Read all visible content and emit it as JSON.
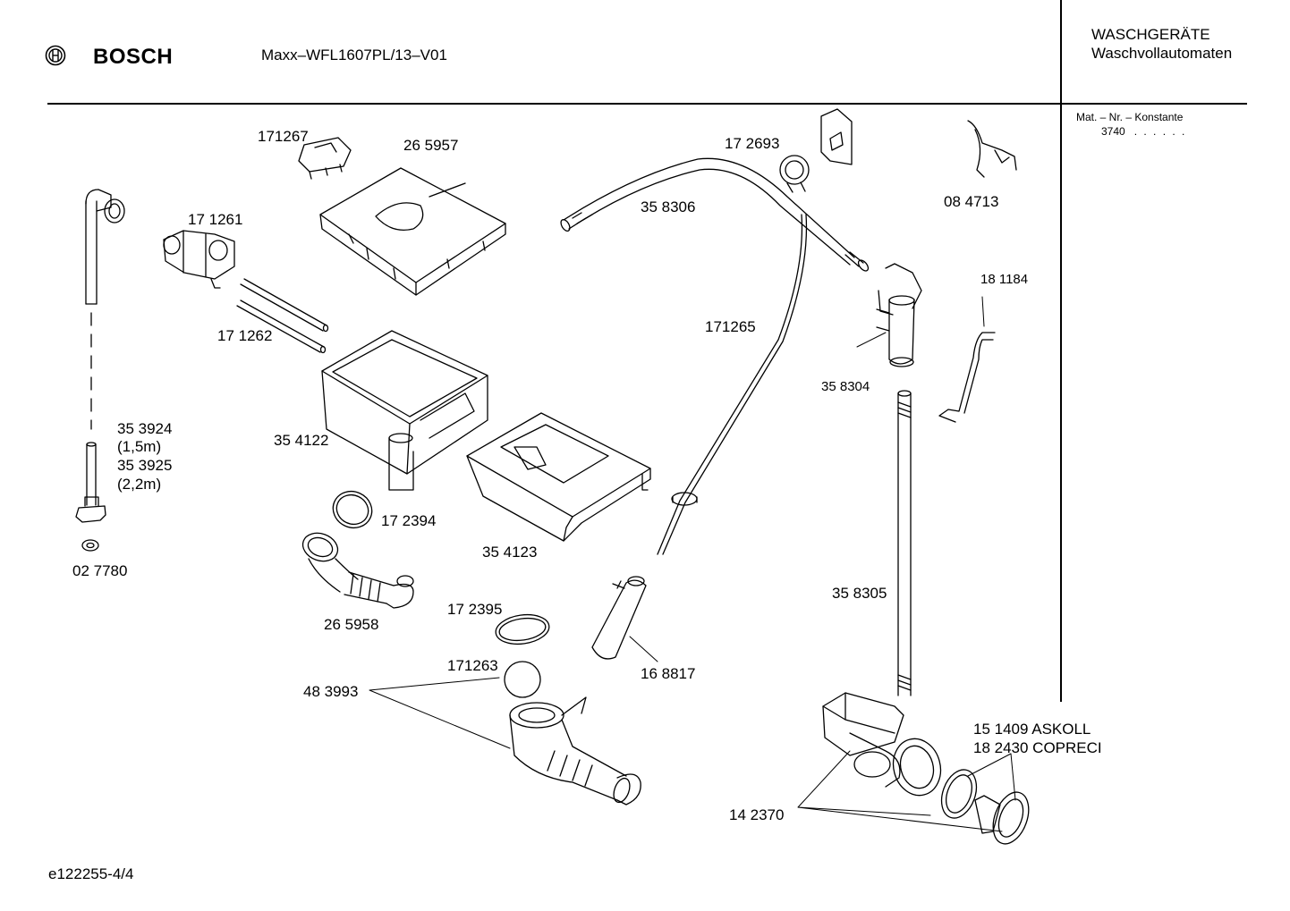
{
  "header": {
    "brand": "BOSCH",
    "model": "Maxx–WFL1607PL/13–V01",
    "category_line1": "WASCHGERÄTE",
    "category_line2": "Waschvollautomaten",
    "mat_label": "Mat. – Nr. – Konstante",
    "mat_value": "3740",
    "mat_dots": ". . . . . ."
  },
  "footer": {
    "doc_id": "e122255-4/4"
  },
  "parts": [
    {
      "id": "p171267",
      "label": "171267"
    },
    {
      "id": "p265957",
      "label": "26 5957"
    },
    {
      "id": "p171261",
      "label": "17 1261"
    },
    {
      "id": "p171262",
      "label": "17 1262"
    },
    {
      "id": "p354122",
      "label": "35 4122"
    },
    {
      "id": "p353924",
      "label": "35 3924"
    },
    {
      "id": "p353924len",
      "label": "(1,5m)"
    },
    {
      "id": "p353925",
      "label": "35 3925"
    },
    {
      "id": "p353925len",
      "label": "(2,2m)"
    },
    {
      "id": "p027780",
      "label": "02 7780"
    },
    {
      "id": "p172394",
      "label": "17 2394"
    },
    {
      "id": "p265958",
      "label": "26 5958"
    },
    {
      "id": "p354123",
      "label": "35 4123"
    },
    {
      "id": "p172395",
      "label": "17 2395"
    },
    {
      "id": "p171263",
      "label": "171263"
    },
    {
      "id": "p483993",
      "label": "48 3993"
    },
    {
      "id": "p358306",
      "label": "35 8306"
    },
    {
      "id": "p172693",
      "label": "17 2693"
    },
    {
      "id": "p084713",
      "label": "08 4713"
    },
    {
      "id": "p171265",
      "label": "171265"
    },
    {
      "id": "p181184",
      "label": "18 1184"
    },
    {
      "id": "p358304",
      "label": "35 8304"
    },
    {
      "id": "p358305",
      "label": "35 8305"
    },
    {
      "id": "p168817",
      "label": "16 8817"
    },
    {
      "id": "p151409",
      "label": "15 1409  ASKOLL"
    },
    {
      "id": "p182430",
      "label": "18 2430  COPRECI"
    },
    {
      "id": "p142370",
      "label": "14 2370"
    }
  ]
}
